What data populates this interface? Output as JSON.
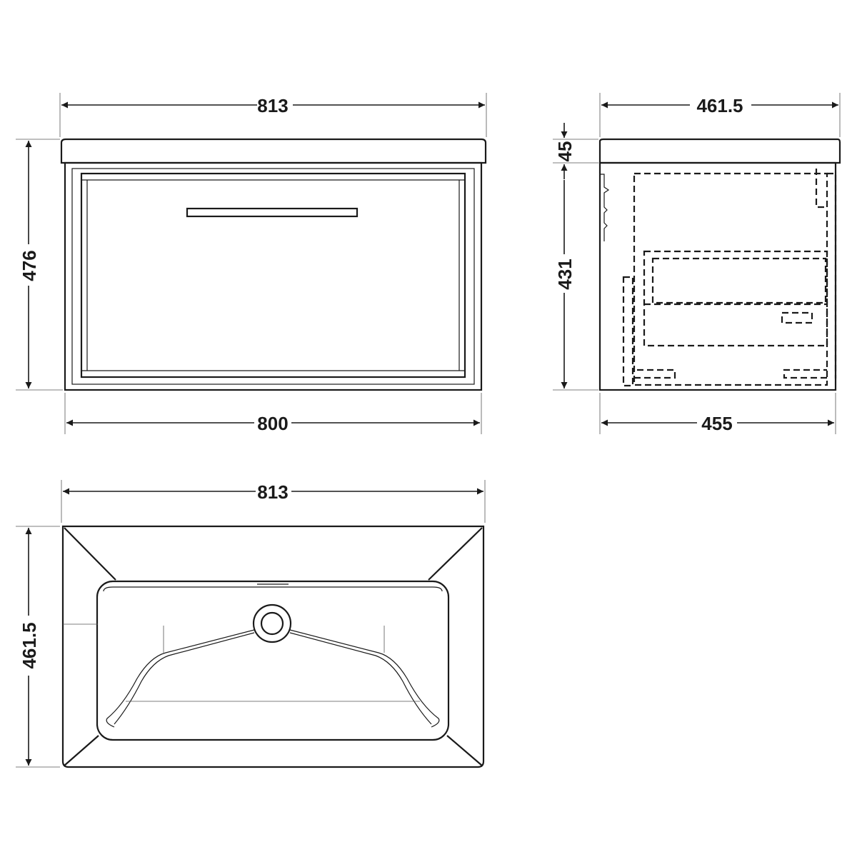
{
  "dimensions": {
    "front_overall_width": "813",
    "front_height": "476",
    "front_cabinet_width": "800",
    "side_overall_depth": "461.5",
    "side_top_thickness": "45",
    "side_cabinet_height": "431",
    "side_cabinet_depth": "455",
    "top_overall_width": "813",
    "top_overall_depth": "461.5"
  },
  "colors": {
    "line": "#1a1a1a",
    "background": "#ffffff"
  }
}
